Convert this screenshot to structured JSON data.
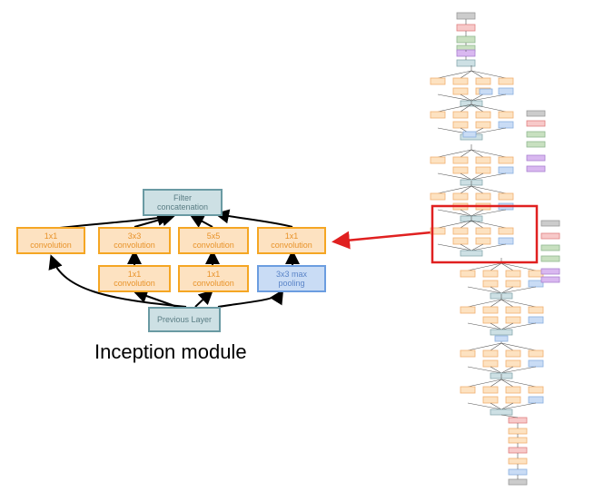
{
  "module": {
    "filter_concat": [
      "Filter",
      "concatenation"
    ],
    "conv1_left": [
      "1x1",
      "convolution"
    ],
    "conv3x3": [
      "3x3",
      "convolution"
    ],
    "conv5x5": [
      "5x5",
      "convolution"
    ],
    "conv1_right": [
      "1x1",
      "convolution"
    ],
    "reduce_3x3": [
      "1x1",
      "convolution"
    ],
    "reduce_5x5": [
      "1x1",
      "convolution"
    ],
    "maxpool": [
      "3x3 max",
      "pooling"
    ],
    "previous_layer": "Previous Layer"
  },
  "caption": "Inception module",
  "colors": {
    "conv": "#f5a623",
    "pool": "#6b9de0",
    "concat": "#6a9aa3",
    "highlight": "#e02020"
  }
}
